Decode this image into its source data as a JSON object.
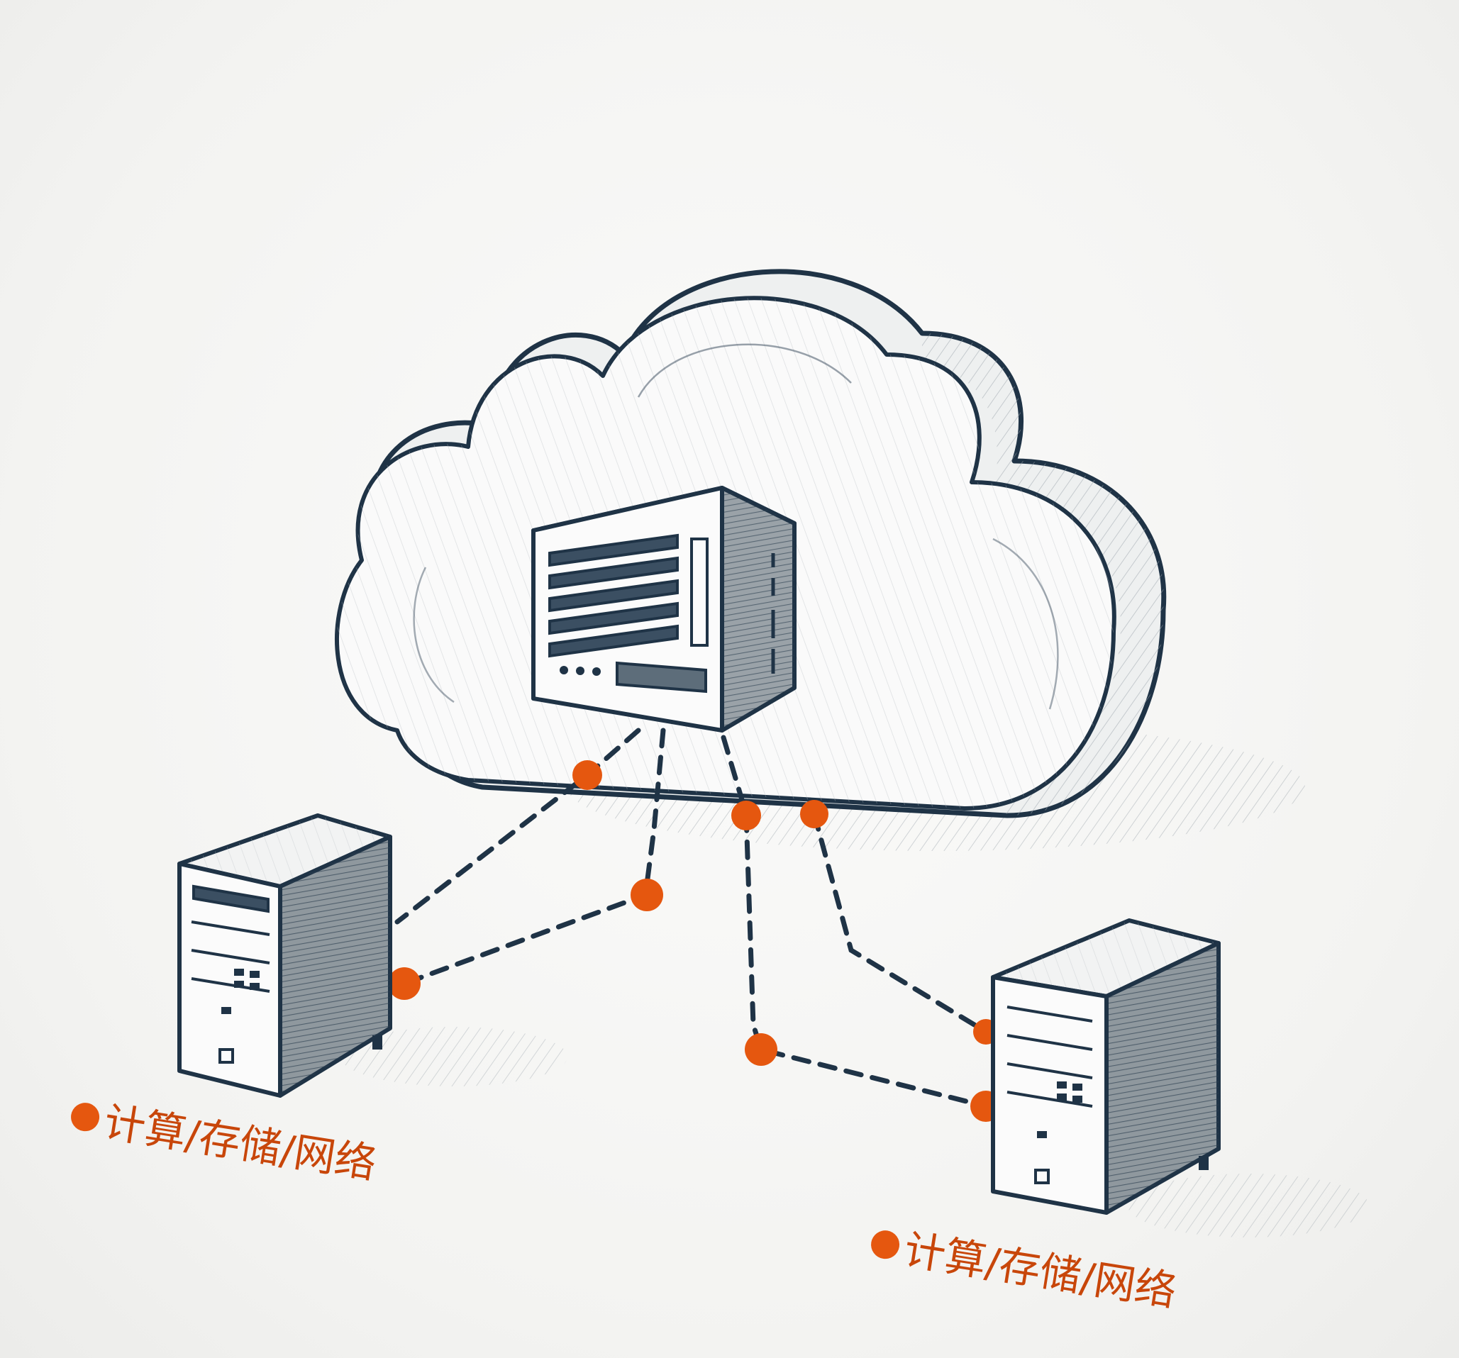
{
  "colors": {
    "ink": "#1f3346",
    "shade": "#8a949c",
    "accent": "#e5570f",
    "label": "#c8460a"
  },
  "nodes": [
    {
      "id": "left",
      "label": "计算/存储/网络"
    },
    {
      "id": "right",
      "label": "计算/存储/网络"
    }
  ]
}
